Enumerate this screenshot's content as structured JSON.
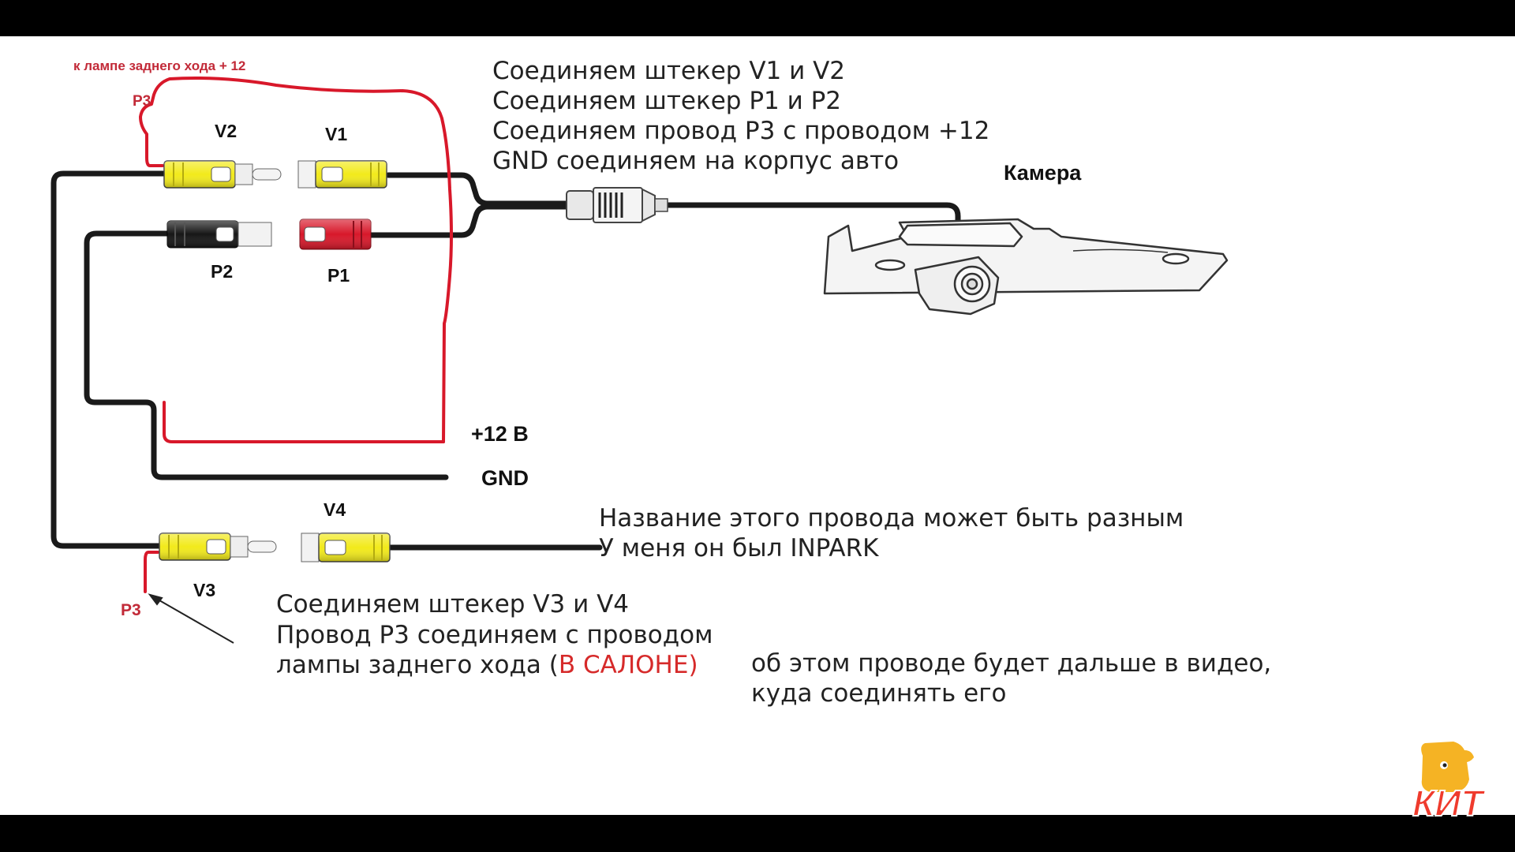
{
  "diagram": {
    "top_red_label": "к лампе заднего хода + 12",
    "p3_top_label": "P3",
    "p3_bottom_label": "P3",
    "plug_labels": {
      "v1": "V1",
      "v2": "V2",
      "p1": "P1",
      "p2": "P2",
      "v3": "V3",
      "v4": "V4"
    },
    "wire_labels": {
      "plus12": "+12 В",
      "gnd": "GND"
    },
    "camera_label": "Камера",
    "notes_top": [
      "Соединяем штекер V1 и V2",
      "Соединяем штекер P1 и P2",
      "Соединяем провод P3 с проводом +12",
      "GND соединяем на корпус авто"
    ],
    "notes_inpark": [
      "Название этого провода может быть разным",
      "У меня он был INPARK"
    ],
    "notes_bottom": {
      "line1": "Соединяем штекер V3 и V4",
      "line2": "Провод P3 соединяем с проводом",
      "line3_prefix": "лампы заднего хода (",
      "line3_highlight": "В САЛОНЕ",
      "line3_suffix": ")"
    },
    "notes_side": [
      "об этом проводе будет дальше в видео,",
      "куда соединять его"
    ]
  },
  "watermark": {
    "logo_text": "КИТ"
  },
  "colors": {
    "wire": "#1a1a1a",
    "red_wire": "#d8182a",
    "yellow": "#f2ea1b",
    "red_plug": "#d8182a",
    "black_plug": "#161616",
    "highlight_text": "#d62a2a",
    "logo": "#f5a623"
  }
}
